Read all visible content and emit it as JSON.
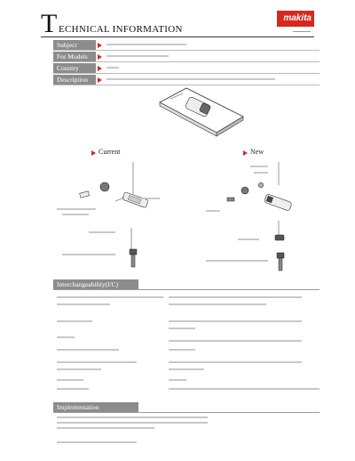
{
  "header": {
    "title_initial": "T",
    "title_rest": "ECHNICAL INFORMATION",
    "brand": "makita"
  },
  "info_rows": [
    {
      "label": "Subject"
    },
    {
      "label": "For Models"
    },
    {
      "label": "Country"
    },
    {
      "label": "Description"
    }
  ],
  "columns": {
    "current": "Current",
    "new": "New"
  },
  "sections": {
    "interchangeability": "Interchangeability(I/C)",
    "implementation": "Implementation"
  },
  "colors": {
    "brand_red": "#d6281f",
    "label_gray": "#8c8c8c"
  }
}
